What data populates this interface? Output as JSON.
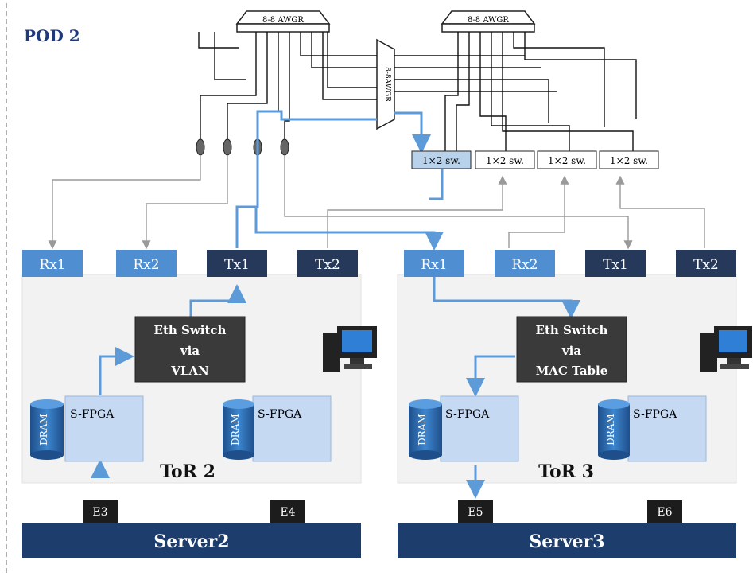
{
  "pod": {
    "title": "POD 2"
  },
  "awgr": {
    "left": "8-8 AWGR",
    "right": "8-8 AWGR",
    "middle": "8-8AWGR"
  },
  "switches": [
    "1×2 sw.",
    "1×2 sw.",
    "1×2 sw.",
    "1×2 sw."
  ],
  "ports": {
    "tor2": [
      "Rx1",
      "Rx2",
      "Tx1",
      "Tx2"
    ],
    "tor3": [
      "Rx1",
      "Rx2",
      "Tx1",
      "Tx2"
    ]
  },
  "tor2": {
    "label": "ToR 2",
    "eth_switch": [
      "Eth Switch",
      "via",
      "VLAN"
    ],
    "fpga": [
      "S-FPGA",
      "S-FPGA"
    ],
    "dram": [
      "DRAM",
      "DRAM"
    ]
  },
  "tor3": {
    "label": "ToR 3",
    "eth_switch": [
      "Eth Switch",
      "via",
      "MAC Table"
    ],
    "fpga": [
      "S-FPGA",
      "S-FPGA"
    ],
    "dram": [
      "DRAM",
      "DRAM"
    ]
  },
  "servers": [
    {
      "label": "Server2",
      "ports": [
        "E3",
        "E4"
      ]
    },
    {
      "label": "Server3",
      "ports": [
        "E5",
        "E6"
      ]
    }
  ],
  "colors": {
    "port_light": "#4f8fd1",
    "port_dark": "#27395a",
    "server": "#1d3d6c",
    "eth_switch": "#3a3a3a",
    "highlight_path": "#5d9ad8",
    "fiber": "#111111",
    "gray_link": "#9a9a9a",
    "pod_title": "#1f3a7a",
    "fpga_fill": "#c5daf2",
    "dram_fill": "#2f6fb3"
  }
}
